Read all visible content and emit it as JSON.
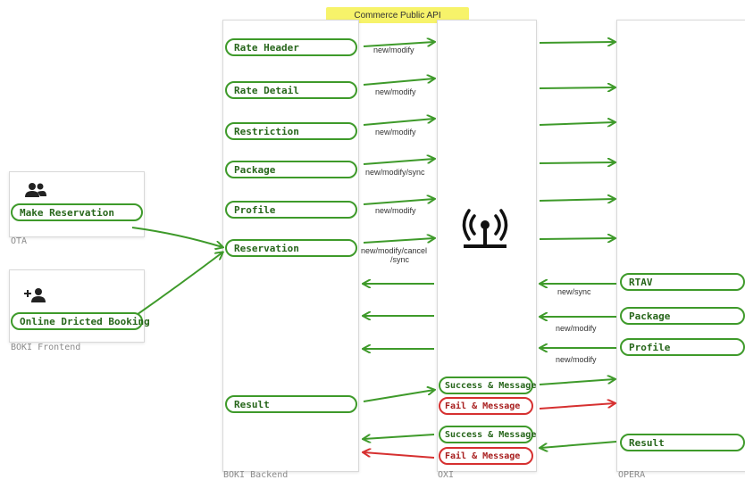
{
  "title": "Commerce Public API",
  "ota": {
    "caption": "OTA",
    "icon": "people-icon",
    "button": "Make Reservation"
  },
  "frontend": {
    "caption": "BOKI Frontend",
    "icon": "add-person-icon",
    "button": "Online Dricted Booking"
  },
  "backend": {
    "caption": "BOKI Backend",
    "items": [
      "Rate Header",
      "Rate Detail",
      "Restriction",
      "Package",
      "Profile",
      "Reservation"
    ],
    "result": "Result"
  },
  "api": {
    "caption": "OXI",
    "icon": "broadcast-icon",
    "labels": [
      "new/modify",
      "new/modify",
      "new/modify",
      "new/modify/sync",
      "new/modify",
      "new/modify/cancel",
      "/sync"
    ],
    "success1": "Success & Message",
    "fail1": "Fail & Message",
    "success2": "Success & Message",
    "fail2": "Fail & Message"
  },
  "opera": {
    "caption": "OPERA",
    "items": [
      "RTAV",
      "Package",
      "Profile"
    ],
    "result": "Result",
    "labels": [
      "new/sync",
      "new/modify",
      "new/modify"
    ]
  },
  "colors": {
    "green": "#3e9a2a",
    "red": "#d63030",
    "highlight": "#f7f36a"
  }
}
